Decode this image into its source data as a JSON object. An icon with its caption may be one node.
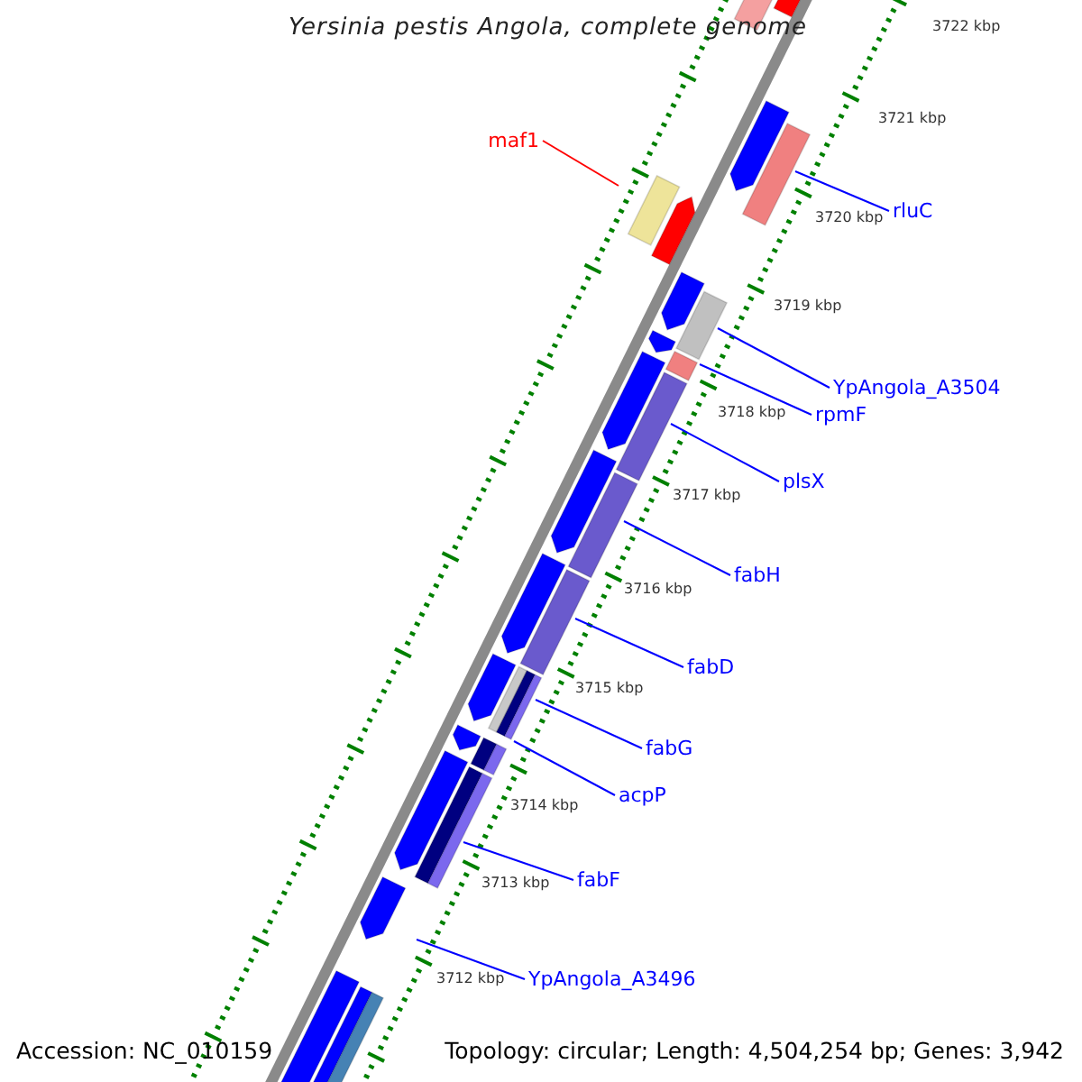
{
  "diagram": {
    "title": "Yersinia pestis Angola, complete genome",
    "nodes": [
      {
        "text": [
          "maf1"
        ]
      },
      {
        "text": [
          "rluC"
        ]
      },
      {
        "text": [
          "YpAngola_A3504"
        ]
      },
      {
        "text": [
          "rpmF"
        ]
      },
      {
        "text": [
          "plsX"
        ]
      },
      {
        "text": [
          "fabH"
        ]
      },
      {
        "text": [
          "fabD"
        ]
      },
      {
        "text": [
          "fabG"
        ]
      },
      {
        "text": [
          "acpP"
        ]
      },
      {
        "text": [
          "fabF"
        ]
      },
      {
        "text": [
          "YpAngola_A3496"
        ]
      }
    ],
    "edges": [
      {
        "from": 0,
        "to": null,
        "arrow": "none",
        "color": "#ff0000"
      },
      {
        "from": 1,
        "to": null,
        "arrow": "none"
      },
      {
        "from": 2,
        "to": null,
        "arrow": "none"
      },
      {
        "from": 3,
        "to": null,
        "arrow": "none"
      },
      {
        "from": 4,
        "to": null,
        "arrow": "none"
      },
      {
        "from": 5,
        "to": null,
        "arrow": "none"
      },
      {
        "from": 6,
        "to": null,
        "arrow": "none"
      },
      {
        "from": 7,
        "to": null,
        "arrow": "none"
      },
      {
        "from": 8,
        "to": null,
        "arrow": "none"
      },
      {
        "from": 9,
        "to": null,
        "arrow": "none"
      },
      {
        "from": 10,
        "to": null,
        "arrow": "none"
      }
    ],
    "labels": [
      "3722 kbp",
      "3721 kbp",
      "3720 kbp",
      "3719 kbp",
      "3718 kbp",
      "3717 kbp",
      "3716 kbp",
      "3715 kbp",
      "3714 kbp",
      "3713 kbp",
      "3712 kbp",
      "Accession: NC_010159",
      "Topology: circular; Length: 4,504,254 bp; Genes: 3,942"
    ]
  }
}
